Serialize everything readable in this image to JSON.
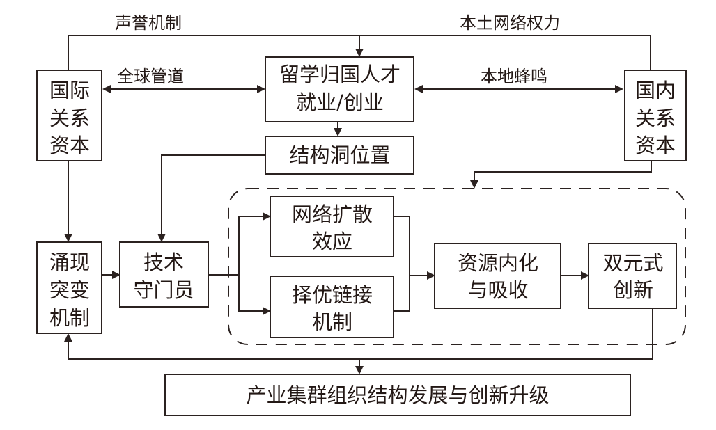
{
  "diagram": {
    "nodes": {
      "talent": {
        "lines": [
          "留学归国人才",
          "就业/创业"
        ]
      },
      "international": {
        "lines": [
          "国际",
          "关系",
          "资本"
        ]
      },
      "domestic": {
        "lines": [
          "国内",
          "关系",
          "资本"
        ]
      },
      "structural_hole": {
        "lines": [
          "结构洞位置"
        ]
      },
      "emergence": {
        "lines": [
          "涌现",
          "突变",
          "机制"
        ]
      },
      "gatekeeper": {
        "lines": [
          "技术",
          "守门员"
        ]
      },
      "network_diffusion": {
        "lines": [
          "网络扩散",
          "效应"
        ]
      },
      "preferential_attachment": {
        "lines": [
          "择优链接",
          "机制"
        ]
      },
      "absorption": {
        "lines": [
          "资源内化",
          "与吸收"
        ]
      },
      "dual_innovation": {
        "lines": [
          "双元式",
          "创新"
        ]
      },
      "cluster_upgrade": {
        "lines": [
          "产业集群组织结构发展与创新升级"
        ]
      }
    },
    "edge_labels": {
      "reputation": "声誉机制",
      "local_power": "本土网络权力",
      "global_pipeline": "全球管道",
      "local_buzz": "本地蜂鸣"
    },
    "edges": [
      {
        "from": "international",
        "to": "talent",
        "label": "声誉机制",
        "style": "solid"
      },
      {
        "from": "domestic",
        "to": "talent",
        "label": "本土网络权力",
        "style": "solid"
      },
      {
        "from": "international",
        "to": "talent",
        "label": "全球管道",
        "style": "bidirectional"
      },
      {
        "from": "talent",
        "to": "domestic",
        "label": "本地蜂鸣",
        "style": "bidirectional"
      },
      {
        "from": "talent",
        "to": "structural_hole",
        "style": "solid"
      },
      {
        "from": "structural_hole",
        "to": "gatekeeper",
        "style": "solid"
      },
      {
        "from": "international",
        "to": "emergence",
        "style": "solid"
      },
      {
        "from": "domestic",
        "to": "innovation_group",
        "style": "solid"
      },
      {
        "from": "emergence",
        "to": "gatekeeper",
        "style": "solid"
      },
      {
        "from": "gatekeeper",
        "to": "network_diffusion",
        "style": "solid"
      },
      {
        "from": "gatekeeper",
        "to": "preferential_attachment",
        "style": "solid"
      },
      {
        "from": "network_diffusion",
        "to": "absorption",
        "style": "solid"
      },
      {
        "from": "preferential_attachment",
        "to": "absorption",
        "style": "solid"
      },
      {
        "from": "absorption",
        "to": "dual_innovation",
        "style": "solid"
      },
      {
        "from": "dual_innovation",
        "to": "cluster_upgrade",
        "style": "solid"
      },
      {
        "from": "dual_innovation",
        "to": "emergence",
        "style": "solid"
      }
    ],
    "colors": {
      "stroke": "#2b2220",
      "text": "#231815",
      "background": "#ffffff"
    }
  }
}
